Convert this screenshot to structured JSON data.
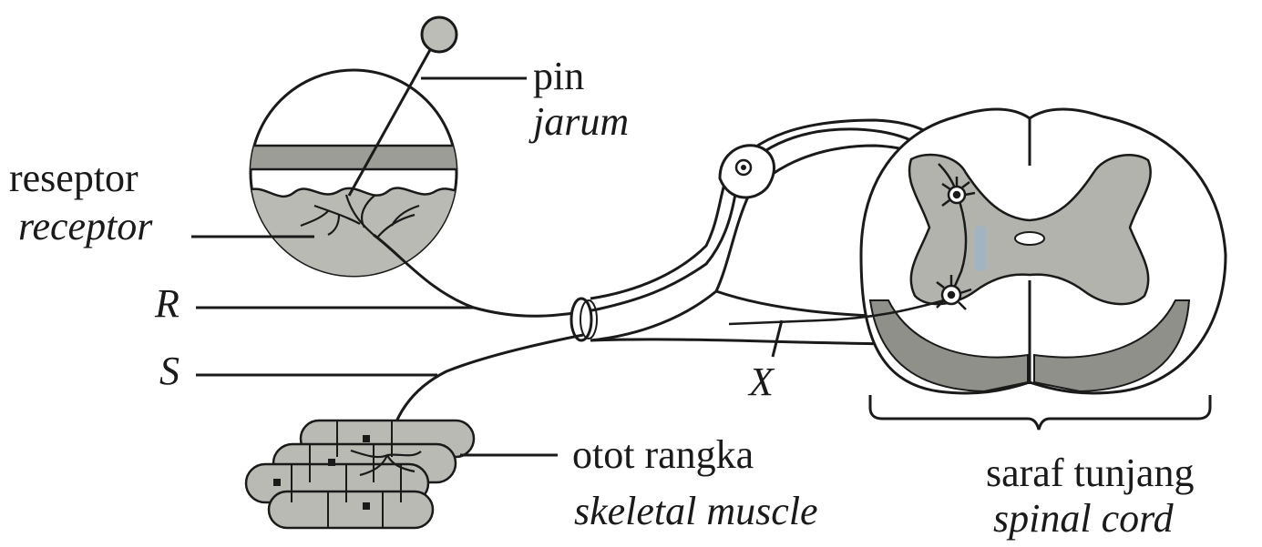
{
  "labels": {
    "pin": "pin",
    "pin_translation": "jarum",
    "receptor": "reseptor",
    "receptor_translation": "receptor",
    "R": "R",
    "S": "S",
    "X": "X",
    "muscle": "otot rangka",
    "muscle_translation": "skeletal muscle",
    "spinal_cord": "saraf tunjang",
    "spinal_cord_translation": "spinal cord"
  },
  "colors": {
    "line": "#1a1a1a",
    "tissue_gray": "#b9bab4",
    "grey_matter": "#b2b3ad",
    "white_matter_band": "#8f908a",
    "pin_head": "#bdbdb8",
    "faint_blue": "#9fb4c6"
  }
}
